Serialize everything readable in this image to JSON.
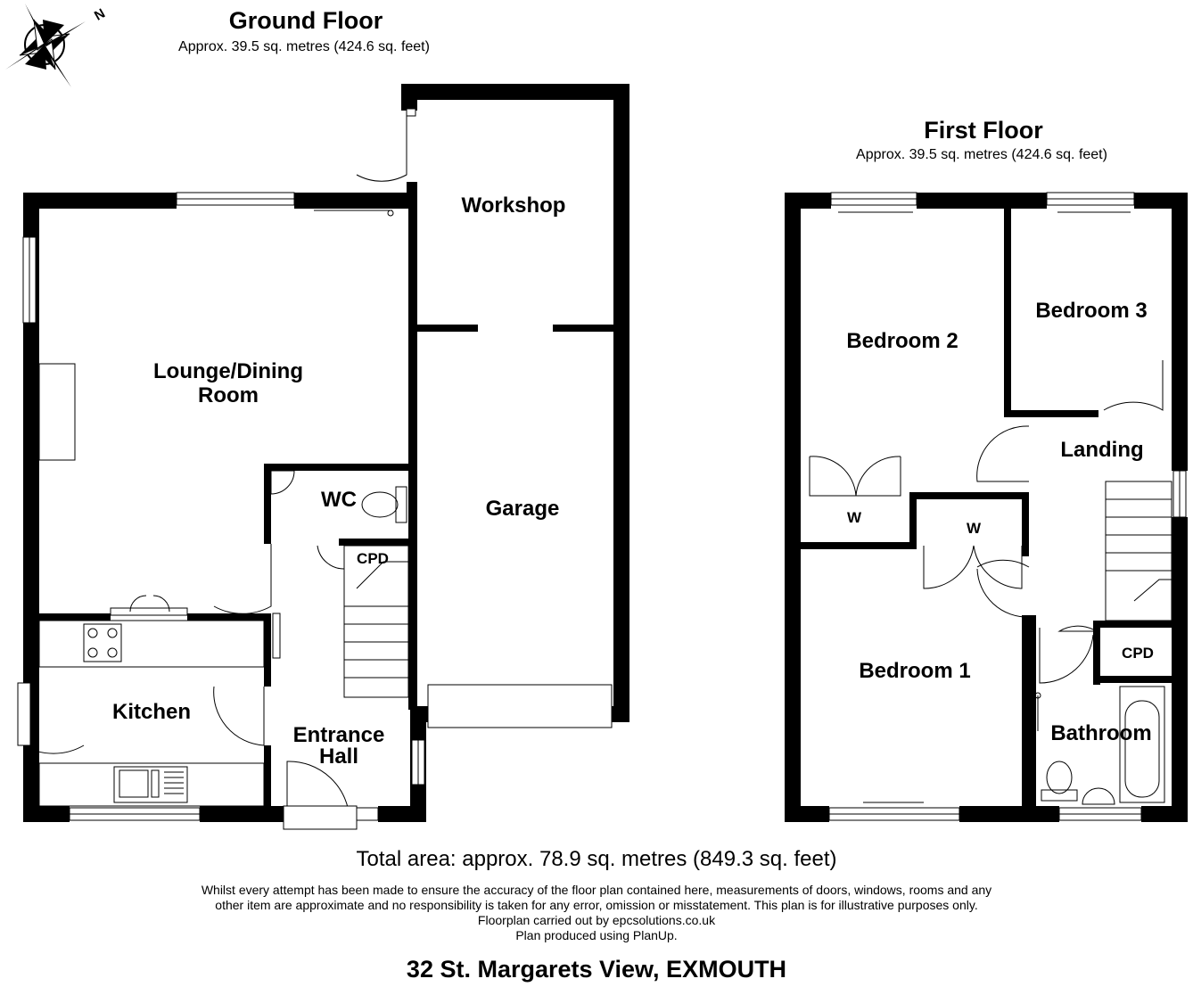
{
  "ground_floor": {
    "title": "Ground Floor",
    "area": "Approx. 39.5 sq. metres (424.6 sq. feet)",
    "rooms": {
      "lounge_line1": "Lounge/Dining",
      "lounge_line2": "Room",
      "workshop": "Workshop",
      "garage": "Garage",
      "wc": "WC",
      "cpd": "CPD",
      "kitchen": "Kitchen",
      "hall_line1": "Entrance",
      "hall_line2": "Hall"
    }
  },
  "first_floor": {
    "title": "First Floor",
    "area": "Approx. 39.5 sq. metres (424.6 sq. feet)",
    "rooms": {
      "bedroom2": "Bedroom 2",
      "bedroom3": "Bedroom 3",
      "landing": "Landing",
      "wardrobe_a": "W",
      "wardrobe_b": "W",
      "bedroom1": "Bedroom 1",
      "cpd": "CPD",
      "bathroom": "Bathroom"
    }
  },
  "compass": {
    "icon": "compass-icon",
    "north_letter": "N"
  },
  "footer": {
    "total_area": "Total area: approx. 78.9 sq. metres (849.3 sq. feet)",
    "disclaimer_line1": "Whilst every attempt has been made to ensure the accuracy of the floor plan contained here, measurements of doors, windows, rooms and any",
    "disclaimer_line2": "other item are approximate and no responsibility is taken for any error, omission or misstatement. This plan is for illustrative purposes only.",
    "disclaimer_line3": "Floorplan carried out by epcsolutions.co.uk",
    "disclaimer_line4": "Plan produced using PlanUp.",
    "address": "32 St. Margarets View, EXMOUTH"
  }
}
